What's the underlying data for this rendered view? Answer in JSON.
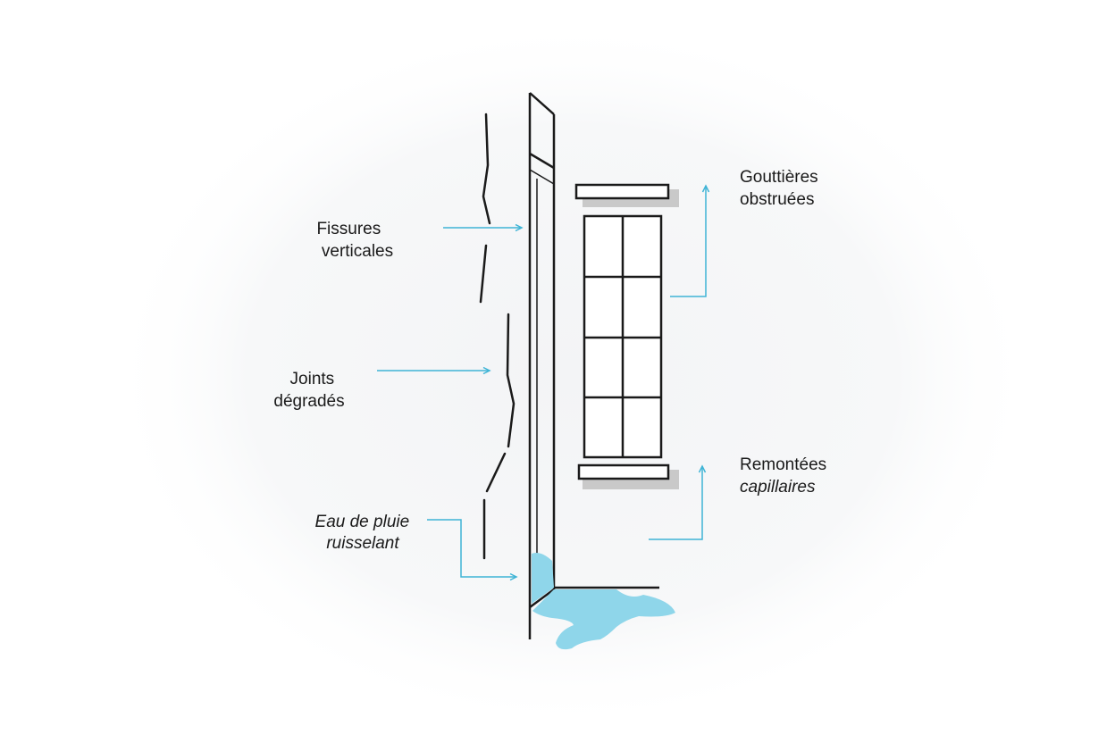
{
  "diagram": {
    "colors": {
      "ink": "#1a1a1a",
      "arrow": "#3fb4d6",
      "water": "#8fd6ea",
      "shadow": "#c9c9c9",
      "halo": "#f4f5f7"
    },
    "labels": {
      "fissures": {
        "line1": "Fissures",
        "line2": "verticales"
      },
      "joints": {
        "line1": "Joints",
        "line2": "dégradés"
      },
      "rain": {
        "line1": "Eau de pluie",
        "line2": "ruisselant"
      },
      "gutters": {
        "line1": "Gouttières",
        "line2": "obstruées"
      },
      "capillary": {
        "line1": "Remontées",
        "line2": "capillaires"
      }
    }
  }
}
